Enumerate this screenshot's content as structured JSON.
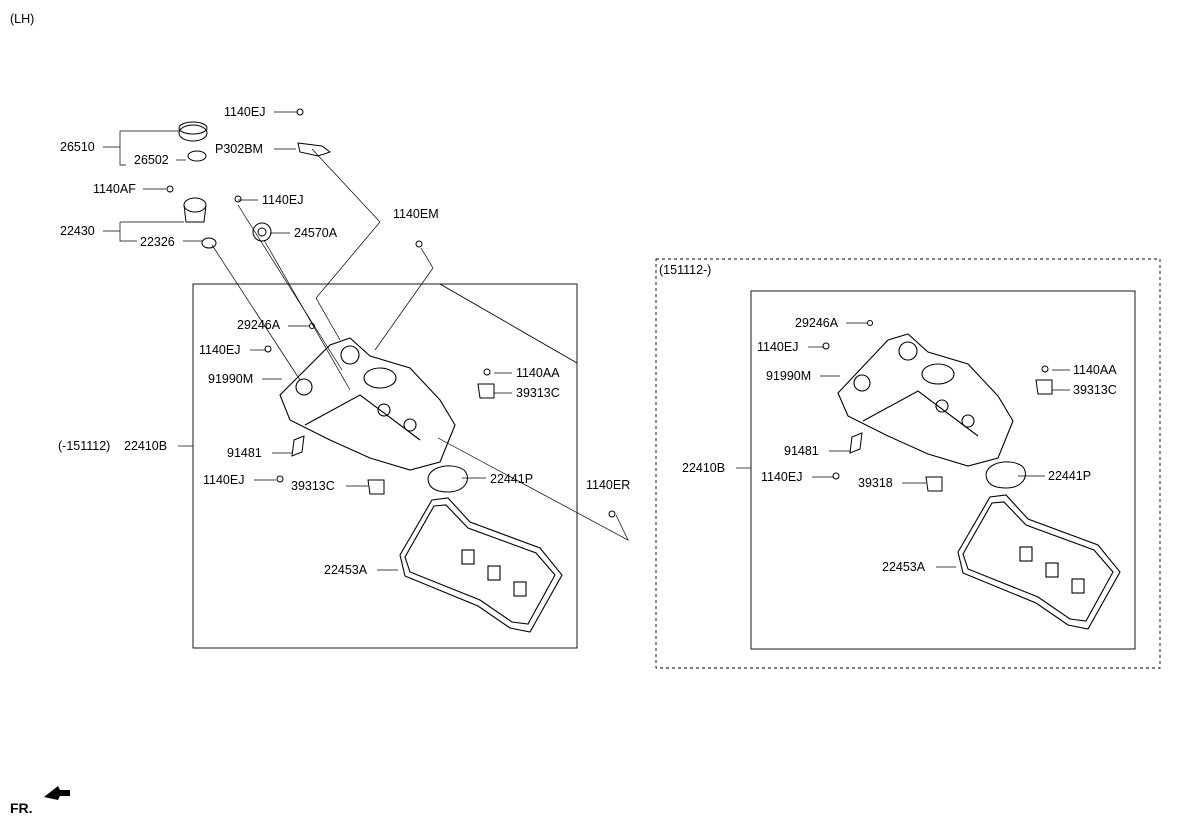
{
  "side_label": "(LH)",
  "front_label": "FR.",
  "left": {
    "revision": "(-151112)",
    "labels": {
      "p1140ej_top": "1140EJ",
      "p302bm": "P302BM",
      "p26510": "26510",
      "p26502": "26502",
      "p1140af": "1140AF",
      "p1140ej_cap": "1140EJ",
      "p22430": "22430",
      "p22326": "22326",
      "p24570a": "24570A",
      "p1140em": "1140EM",
      "p29246a": "29246A",
      "p1140ej_mid": "1140EJ",
      "p91990m": "91990M",
      "p1140aa": "1140AA",
      "p39313c_top": "39313C",
      "p22410b": "22410B",
      "p91481": "91481",
      "p1140ej_low": "1140EJ",
      "p39313c_low": "39313C",
      "p22441p": "22441P",
      "p1140er": "1140ER",
      "p22453a": "22453A"
    }
  },
  "right": {
    "revision": "(151112-)",
    "labels": {
      "p29246a": "29246A",
      "p1140ej_mid": "1140EJ",
      "p91990m": "91990M",
      "p1140aa": "1140AA",
      "p39313c": "39313C",
      "p91481": "91481",
      "p22410b": "22410B",
      "p1140ej_low": "1140EJ",
      "p39318": "39318",
      "p22441p": "22441P",
      "p22453a": "22453A"
    }
  }
}
